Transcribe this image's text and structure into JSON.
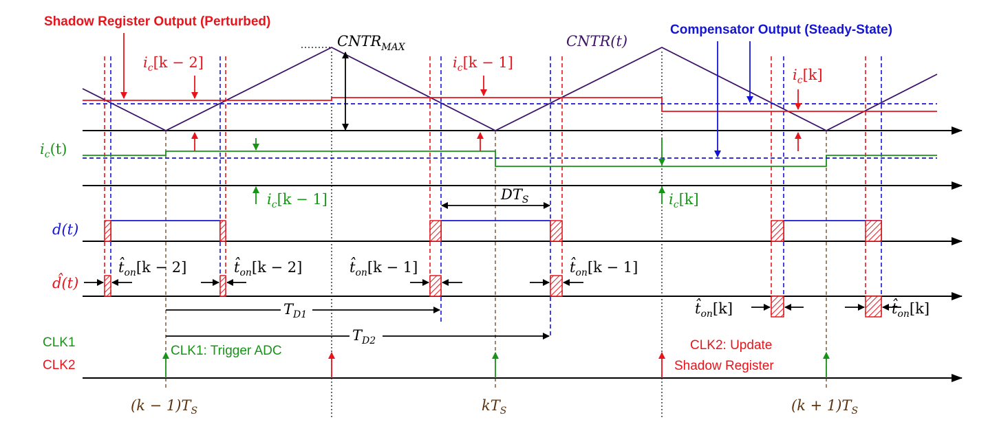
{
  "colors": {
    "red": "#e8141c",
    "blue": "#1414d8",
    "green": "#169416",
    "purple": "#3d1268",
    "black": "#000000",
    "brown": "#5a3210"
  },
  "header": {
    "shadow_title": "Shadow Register Output (Perturbed)",
    "compensator_title": "Compensator Output (Steady-State)"
  },
  "counter": {
    "cntr_max": "CNTR",
    "cntr_max_sub": "MAX",
    "cntr_t": "CNTR(t)"
  },
  "current_labels": {
    "ic_k2_top": "i",
    "ic_k2_top_sub": "c",
    "ic_k2_top_arg": "[k − 2]",
    "ic_k1_top": "i",
    "ic_k1_top_sub": "c",
    "ic_k1_top_arg": "[k − 1]",
    "ic_k_top": "i",
    "ic_k_top_sub": "c",
    "ic_k_top_arg": "[k]",
    "ic_t": "i",
    "ic_t_sub": "c",
    "ic_t_arg": "(t)",
    "ic_k1_bottom": "i",
    "ic_k1_bottom_sub": "c",
    "ic_k1_bottom_arg": "[k − 1]",
    "ic_k_bottom": "i",
    "ic_k_bottom_sub": "c",
    "ic_k_bottom_arg": "[k]"
  },
  "duty": {
    "d_t": "d(t)",
    "d_hat_t": "d̂(t)",
    "dts": "DT",
    "dts_sub": "S"
  },
  "ton_labels": {
    "t1": "t̂",
    "t1_sub": "on",
    "t1_arg": "[k − 2]",
    "t2": "t̂",
    "t2_sub": "on",
    "t2_arg": "[k − 2]",
    "t3": "t̂",
    "t3_sub": "on",
    "t3_arg": "[k − 1]",
    "t4": "t̂",
    "t4_sub": "on",
    "t4_arg": "[k − 1]",
    "t5": "t̂",
    "t5_sub": "on",
    "t5_arg": "[k]",
    "t6": "t̂",
    "t6_sub": "on",
    "t6_arg": "[k]"
  },
  "delays": {
    "td1": "T",
    "td1_sub": "D1",
    "td2": "T",
    "td2_sub": "D2"
  },
  "clocks": {
    "clk1": "CLK1",
    "clk2": "CLK2",
    "clk1_note": "CLK1: Trigger ADC",
    "clk2_note_line1": "CLK2: Update",
    "clk2_note_line2": "Shadow Register"
  },
  "time_axis": {
    "t_km1": "(k − 1)T",
    "t_km1_sub": "S",
    "t_k": "kT",
    "t_k_sub": "S",
    "t_kp1": "(k + 1)T",
    "t_kp1_sub": "S"
  }
}
